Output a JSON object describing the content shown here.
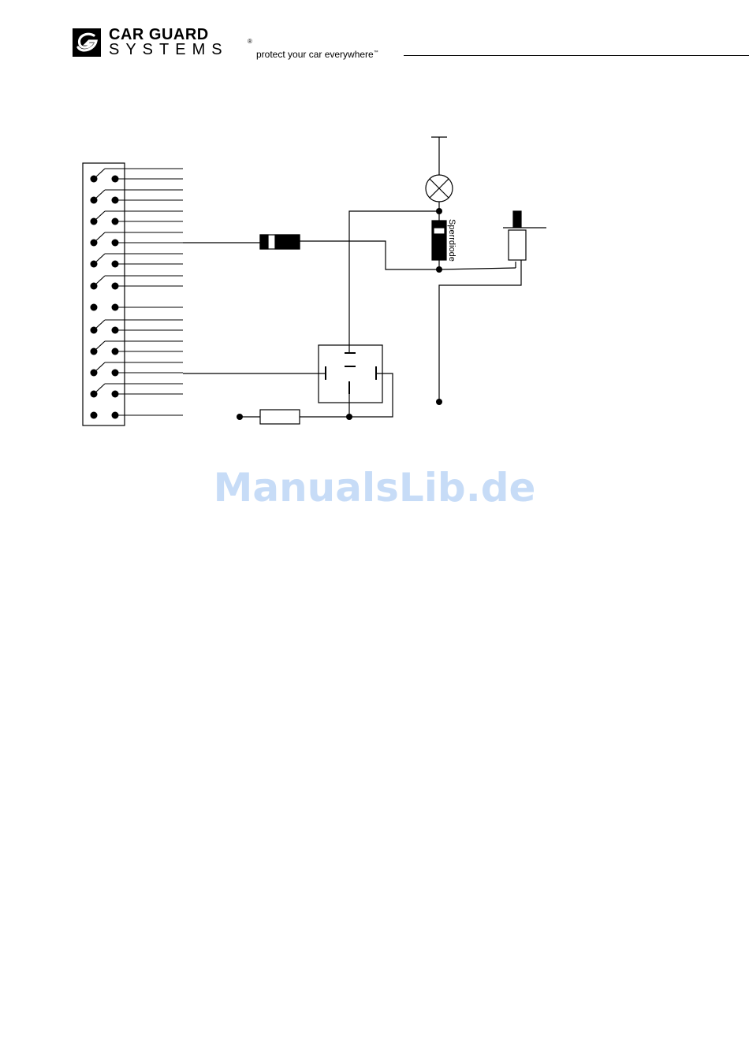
{
  "header": {
    "brand_line1": "CAR GUARD",
    "brand_line2": "SYSTEMS",
    "registered_mark": "®",
    "tagline": "protect your car everywhere",
    "trademark": "™"
  },
  "diagram": {
    "diode_label": "Sperrdiode"
  },
  "watermark": {
    "text": "ManualsLib.de"
  },
  "colors": {
    "ink": "#000000",
    "watermark": "#c7dcf7"
  }
}
